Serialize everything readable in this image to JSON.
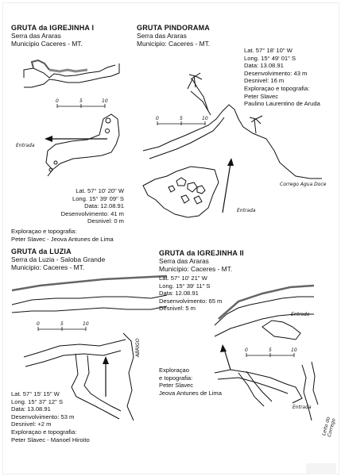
{
  "caves": {
    "igrejinha1": {
      "title": "GRUTA da IGREJINHA I",
      "serra": "Serra das Araras",
      "municipio": "Municipio Caceres - MT.",
      "lat": "Lat. 57° 10' 20\" W",
      "long": "Long. 15° 39' 09\" S",
      "data": "Data: 12.08.91",
      "desenv": "Desenvolvimento: 41 m",
      "desnivel": "Desnivel: 0 m",
      "credits_head": "Exploraçao e topografia:",
      "credits": "Peter Slavec - Jeova Antunes de Lima",
      "entrada_label": "Entrada"
    },
    "pindorama": {
      "title": "GRUTA PINDORAMA",
      "serra": "Serra das Araras",
      "municipio": "Municipio: Caceres - MT.",
      "lat": "Lat. 57° 18' 10\" W",
      "long": "Long. 15° 49' 01\" S",
      "data": "Data: 13.08.91",
      "desenv": "Desenvolvimento: 43 m",
      "desnivel": "Desnivel: 16 m",
      "credits_head": "Exploraçao e topografia:",
      "credit1": "Peter Slavec",
      "credit2": "Paulino Laurentino de Aruda",
      "corrego_label": "Corrego Agua Doce",
      "entrada_label": "Entrada"
    },
    "luzia": {
      "title": "GRUTA da LUZIA",
      "serra": "Serra da Luzia - Saloba Grande",
      "municipio": "Municipio: Caceres - MT.",
      "lat": "Lat. 57° 15' 15\" W",
      "long": "Long. 15° 37' 12\" S",
      "data": "Data: 13.08.91",
      "desenv": "Desenvolvimento: 53 m",
      "desnivel": "Desnivel: +2 m",
      "credits_head": "Exploraçao e topografia:",
      "credits": "Peter Slavec - Manoel Hiroito",
      "abrigo_label": "ABRIGO"
    },
    "igrejinha2": {
      "title": "GRUTA da IGREJINHA II",
      "serra": "Serra das Araras",
      "municipio": "Municipio: Caceres - MT.",
      "lat": "Lat. 57° 10' 21\" W",
      "long": "Long. 15° 39' 11\" S",
      "data": "Data: 12.08.91",
      "desenv": "Desenvolvimento: 65 m",
      "desnivel": "Desnivel: 5 m",
      "credits_head1": "Exploraçao",
      "credits_head2": "e topografia:",
      "credit1": "Peter Slavec",
      "credit2": "Jeova Antunes de Lima",
      "entrada_label": "Entrada",
      "entrada_label2": "Entrada",
      "corrego_label": "Leito do Corrego"
    }
  },
  "scale_ticks": [
    "0",
    "5",
    "10"
  ]
}
